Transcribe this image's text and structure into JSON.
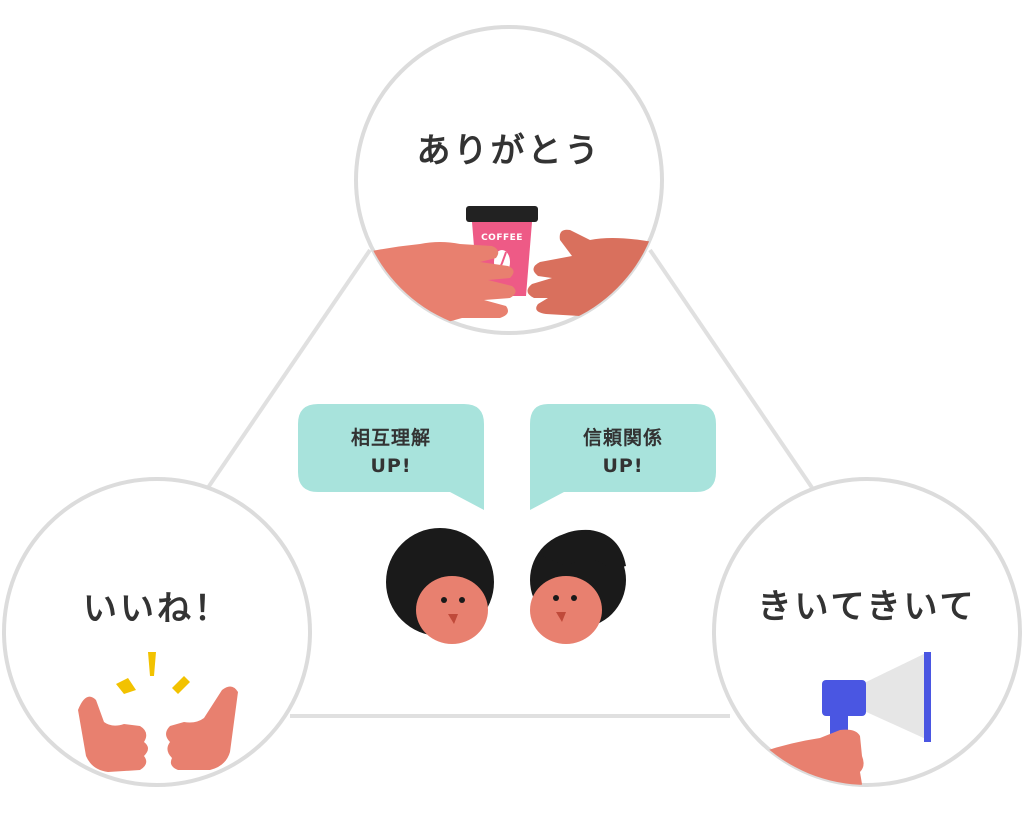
{
  "nodes": {
    "top": {
      "label": "ありがとう"
    },
    "left": {
      "label": "いいね！"
    },
    "right": {
      "label": "きいてきいて"
    }
  },
  "bubbles": {
    "left": {
      "line1": "相互理解",
      "line2": "UP!"
    },
    "right": {
      "line1": "信頼関係",
      "line2": "UP!"
    }
  },
  "cup": {
    "label": "COFFEE"
  },
  "colors": {
    "line": "#e0e0e0",
    "bubble": "#a8e3dc",
    "skin": "#e8806f",
    "skin_dark": "#d9705d",
    "cup": "#ee5a86",
    "megaphone_handle": "#4a56e2",
    "megaphone_cone": "#e6e6e6",
    "spark": "#f2c200",
    "hair": "#1a1a1a"
  }
}
